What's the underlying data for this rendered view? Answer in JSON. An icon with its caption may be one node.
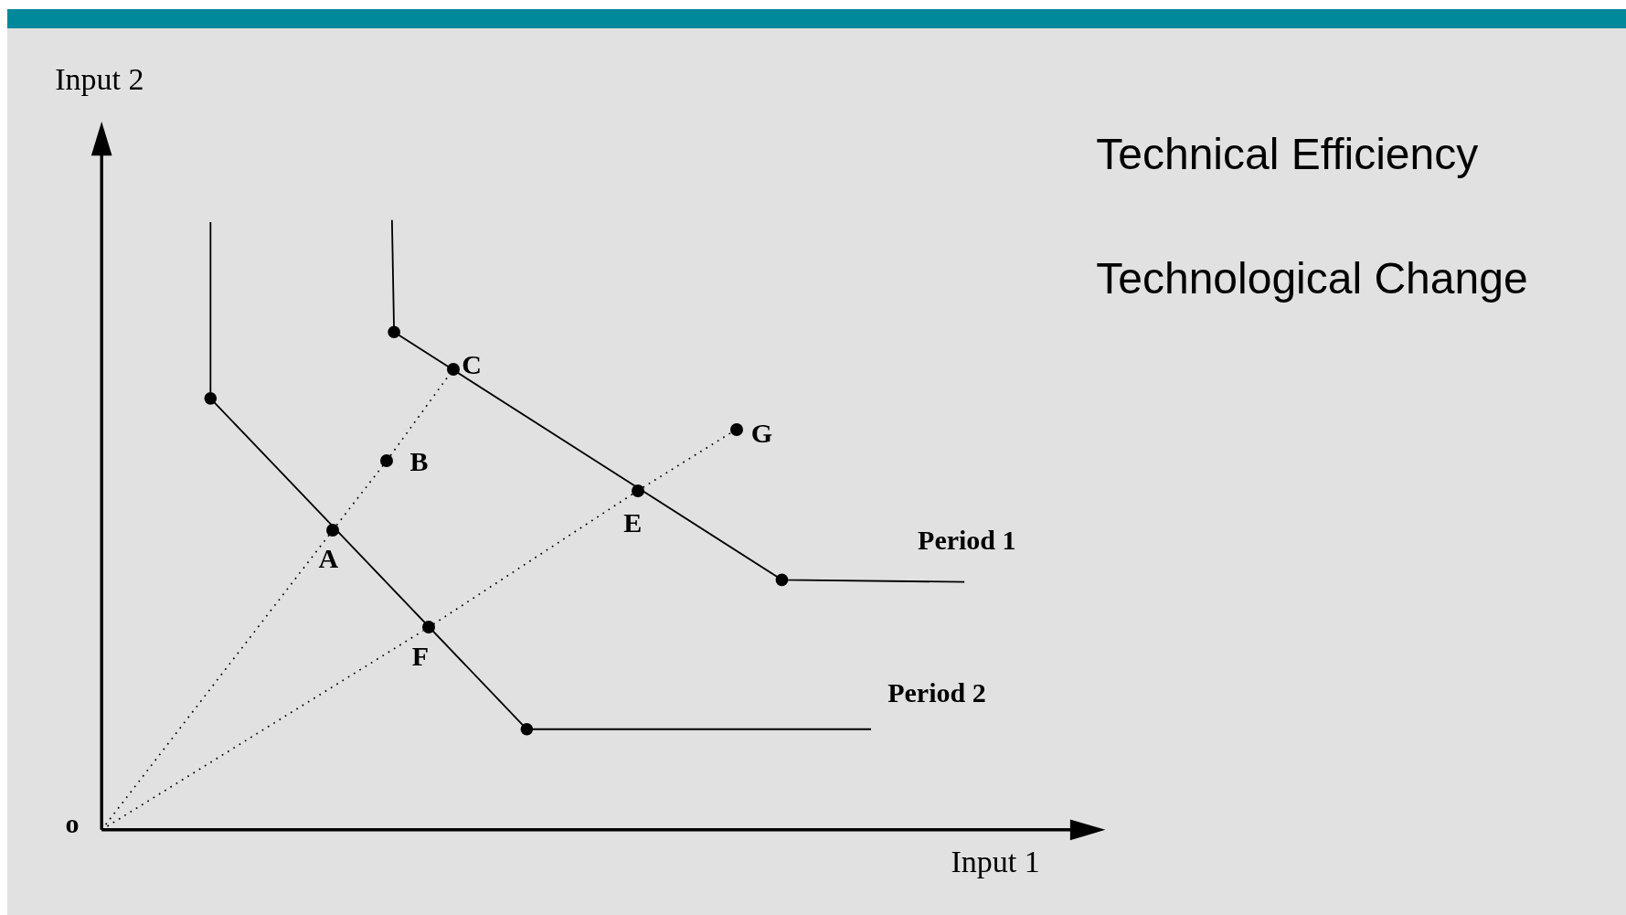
{
  "diagram": {
    "nodes": [
      {
        "text": [],
        "shape": "circle",
        "beside": [
          "A"
        ]
      },
      {
        "text": [],
        "shape": "circle",
        "beside": [
          "B"
        ]
      },
      {
        "text": [],
        "shape": "circle",
        "beside": [
          "C"
        ]
      },
      {
        "text": [],
        "shape": "circle",
        "beside": [
          "E"
        ]
      },
      {
        "text": [],
        "shape": "circle",
        "beside": [
          "F"
        ]
      },
      {
        "text": [],
        "shape": "circle",
        "beside": [
          "G"
        ]
      },
      {
        "text": [
          "o"
        ]
      }
    ],
    "edges": [
      {
        "from": 6,
        "to": 0,
        "arrow": "none",
        "style": "dashed"
      },
      {
        "from": 0,
        "to": 1,
        "arrow": "none",
        "style": "dashed"
      },
      {
        "from": 1,
        "to": 2,
        "arrow": "none",
        "style": "dashed"
      },
      {
        "from": 6,
        "to": 4,
        "arrow": "none",
        "style": "dashed"
      },
      {
        "from": 4,
        "to": 3,
        "arrow": "none",
        "style": "dashed"
      },
      {
        "from": 3,
        "to": 5,
        "arrow": "none",
        "style": "dashed"
      }
    ],
    "labels": [
      "Input 2",
      "Technical Efficiency",
      "Technological Change",
      "Period 1",
      "Period 2",
      "Input 1"
    ]
  }
}
